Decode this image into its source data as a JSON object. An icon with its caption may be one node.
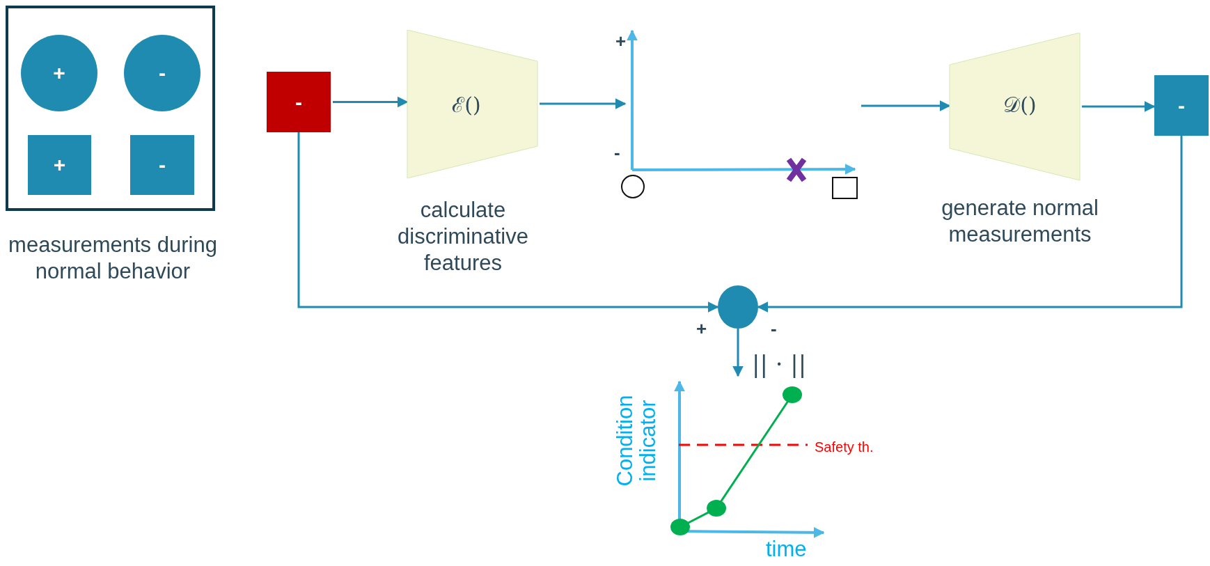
{
  "diagram": {
    "nodes": [
      {
        "text": [
          "measurements during normal behavior"
        ]
      },
      {
        "text": [
          "+"
        ],
        "in": 0
      },
      {
        "text": [
          "-"
        ],
        "in": 0
      },
      {
        "text": [
          "+"
        ],
        "in": 0
      },
      {
        "text": [
          "-"
        ],
        "in": 0
      },
      {
        "text": [
          "-"
        ]
      },
      {
        "text": [
          "ℰ()",
          "calculate discriminative features"
        ]
      },
      {
        "text": [],
        "shape": "chart"
      },
      {
        "text": [
          "𝒟()",
          "generate normal measurements"
        ]
      },
      {
        "text": [
          "-"
        ]
      },
      {
        "text": [],
        "shape": "circle"
      },
      {
        "text": [],
        "shape": "chart"
      }
    ],
    "edges": [
      {
        "from": 5,
        "to": 6,
        "arrow": "to"
      },
      {
        "from": 6,
        "to": 7,
        "arrow": "to"
      },
      {
        "from": 7,
        "to": 8,
        "arrow": "to"
      },
      {
        "from": 8,
        "to": 9,
        "arrow": "to"
      },
      {
        "from": 5,
        "to": 10,
        "arrow": "to"
      },
      {
        "from": 9,
        "to": 10,
        "arrow": "to"
      },
      {
        "from": 10,
        "to": 11,
        "arrow": "to",
        "label": "|| · ||"
      }
    ],
    "labels": [
      "+",
      "-",
      "+",
      "-",
      "Condition indicator",
      "Safety th.",
      "time"
    ]
  }
}
